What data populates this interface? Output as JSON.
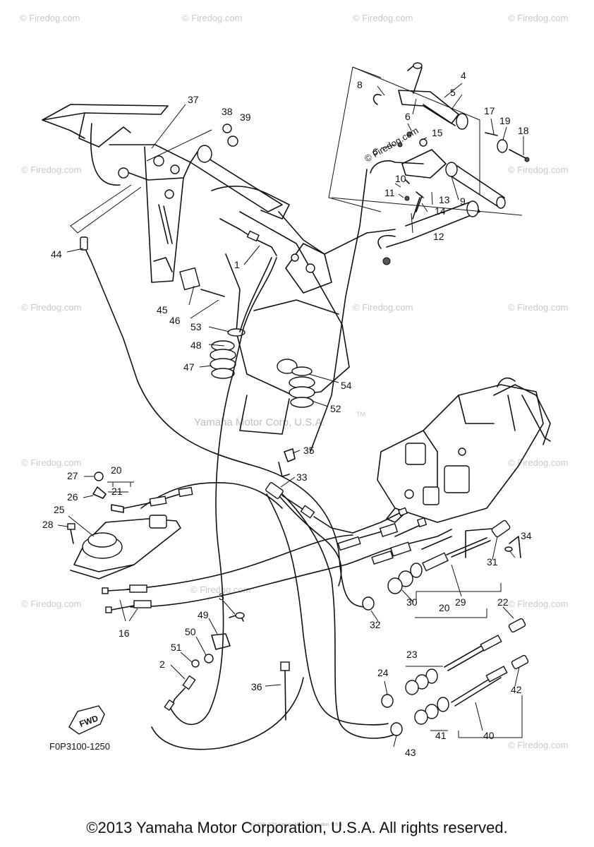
{
  "watermark": {
    "site": "© Firedog.com",
    "center": "Yamaha Motor Corp, U.S.A.",
    "center_mark": "TM"
  },
  "diagram_code": "F0P3100-1250",
  "fwd_label": "FWD",
  "footer": {
    "copyright": "©2013 Yamaha Motor Corporation, U.S.A. All rights reserved.",
    "small_credit": "(c) 2005-2015 Yamaha Motor Corporation, U.S.A."
  },
  "callouts": [
    "1",
    "2",
    "3",
    "4",
    "5",
    "6",
    "6",
    "8",
    "9",
    "10",
    "11",
    "12",
    "13",
    "14",
    "15",
    "16",
    "17",
    "18",
    "19",
    "20",
    "20",
    "21",
    "22",
    "23",
    "24",
    "25",
    "26",
    "27",
    "28",
    "29",
    "30",
    "31",
    "32",
    "33",
    "34",
    "35",
    "36",
    "37",
    "38",
    "39",
    "40",
    "41",
    "42",
    "43",
    "44",
    "45",
    "46",
    "47",
    "48",
    "49",
    "50",
    "51",
    "52",
    "53",
    "54"
  ]
}
